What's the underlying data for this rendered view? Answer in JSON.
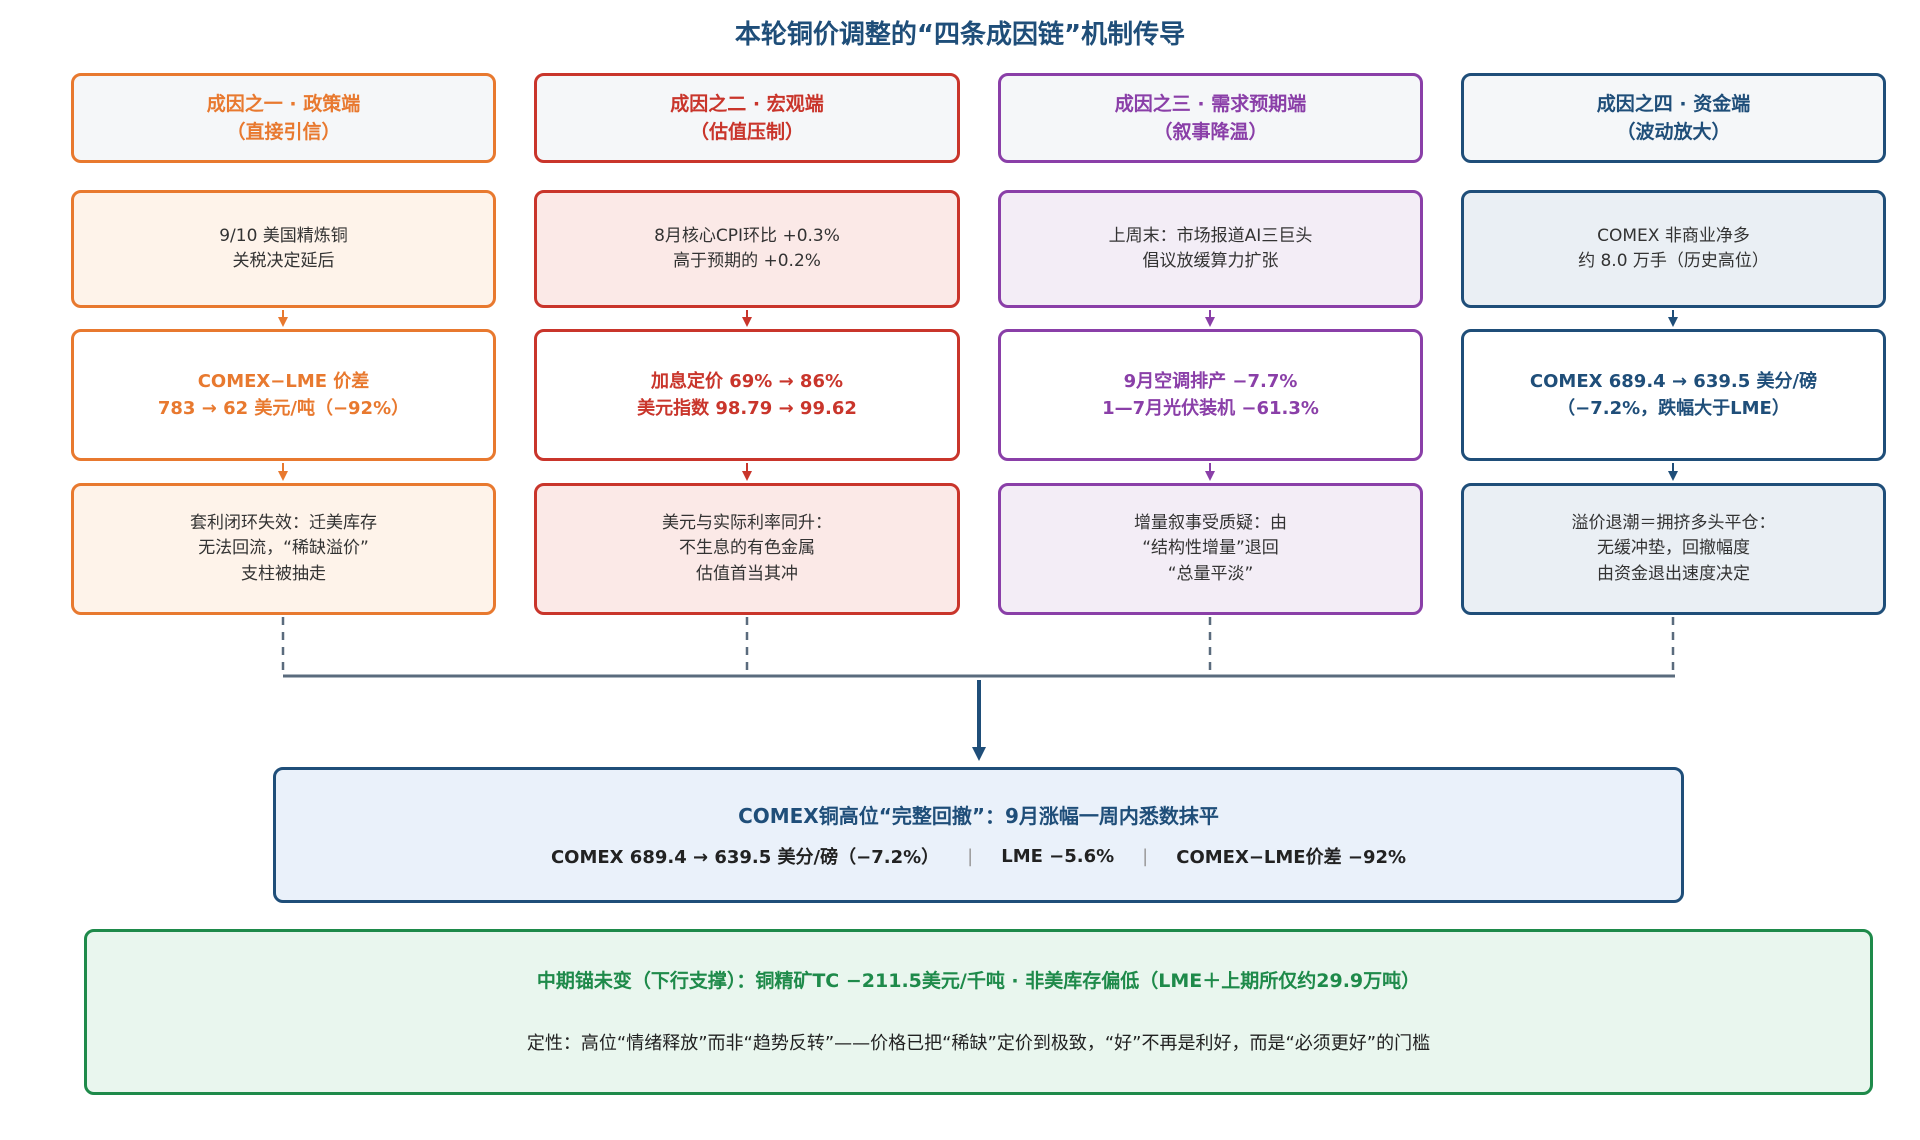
{
  "title": "本轮铜价调整的“四条成因链”机制传导",
  "colors": {
    "policy": "#e8792f",
    "macro": "#c9352b",
    "demand": "#8a3fa8",
    "funds": "#1f4e79",
    "anchor": "#1e8a4a"
  },
  "columns": [
    {
      "header": [
        "成因之一 · 政策端",
        "（直接引信）"
      ],
      "event": [
        "9/10 美国精炼铜",
        "关税决定延后"
      ],
      "metric": [
        "COMEX−LME 价差",
        "783 → 62 美元/吨（−92%）"
      ],
      "effect": [
        "套利闭环失效：迁美库存",
        "无法回流，“稀缺溢价”",
        "支柱被抽走"
      ]
    },
    {
      "header": [
        "成因之二 · 宏观端",
        "（估值压制）"
      ],
      "event": [
        "8月核心CPI环比 +0.3%",
        "高于预期的 +0.2%"
      ],
      "metric": [
        "加息定价 69% → 86%",
        "美元指数 98.79 → 99.62"
      ],
      "effect": [
        "美元与实际利率同升：",
        "不生息的有色金属",
        "估值首当其冲"
      ]
    },
    {
      "header": [
        "成因之三 · 需求预期端",
        "（叙事降温）"
      ],
      "event": [
        "上周末：市场报道AI三巨头",
        "倡议放缓算力扩张"
      ],
      "metric": [
        "9月空调排产 −7.7%",
        "1—7月光伏装机 −61.3%"
      ],
      "effect": [
        "增量叙事受质疑：由",
        "“结构性增量”退回",
        "“总量平淡”"
      ]
    },
    {
      "header": [
        "成因之四 · 资金端",
        "（波动放大）"
      ],
      "event": [
        "COMEX 非商业净多",
        "约 8.0 万手（历史高位）"
      ],
      "metric": [
        "COMEX 689.4 → 639.5 美分/磅",
        "（−7.2%，跌幅大于LME）"
      ],
      "effect": [
        "溢价退潮＝拥挤多头平仓：",
        "无缓冲垫，回撤幅度",
        "由资金退出速度决定"
      ]
    }
  ],
  "result": {
    "title": "COMEX铜高位“完整回撤”：9月涨幅一周内悉数抹平",
    "metrics": [
      "COMEX 689.4 → 639.5 美分/磅（−7.2%）",
      "LME −5.6%",
      "COMEX−LME价差 −92%"
    ]
  },
  "anchor": {
    "title": "中期锚未变（下行支撑）：铜精矿TC −211.5美元/千吨 · 非美库存偏低（LME＋上期所仅约29.9万吨）",
    "note": "定性：高位“情绪释放”而非“趋势反转”——价格已把“稀缺”定价到极致，“好”不再是利好，而是“必须更好”的门槛"
  }
}
